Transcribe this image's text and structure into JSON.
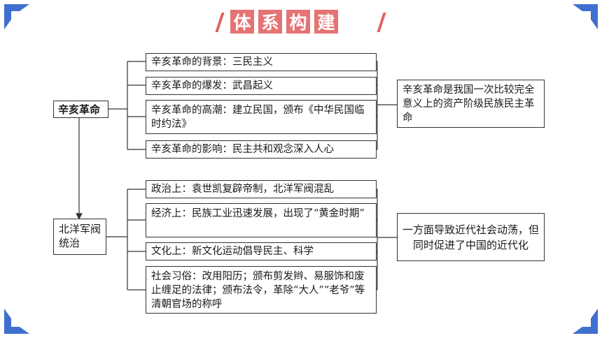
{
  "title": {
    "chars": [
      "体",
      "系",
      "构",
      "建"
    ]
  },
  "section1": {
    "root": "辛亥革命",
    "items": [
      "辛亥革命的背景：三民主义",
      "辛亥革命的爆发：武昌起义",
      "辛亥革命的高潮：建立民国，颁布《中华民国临时约法》",
      "辛亥革命的影响：民主共和观念深入人心"
    ],
    "summary": "辛亥革命是我国一次比较完全意义上的资产阶级民族民主革命"
  },
  "section2": {
    "root": "北洋军阀统治",
    "items": [
      "政治上：袁世凯复辟帝制，北洋军阀混乱",
      "经济上：民族工业迅速发展，出现了“黄金时期”",
      "文化上：新文化运动倡导民主、科学",
      "社会习俗：改用阳历；颁布剪发辫、易服饰和废止缠足的法律；颁布法令，革除“大人”“老爷”等清朝官场的称呼"
    ],
    "summary": "一方面导致近代社会动荡，但同时促进了中国的近代化"
  },
  "colors": {
    "accent": "#e57373",
    "corner": "#3f6fcf"
  }
}
